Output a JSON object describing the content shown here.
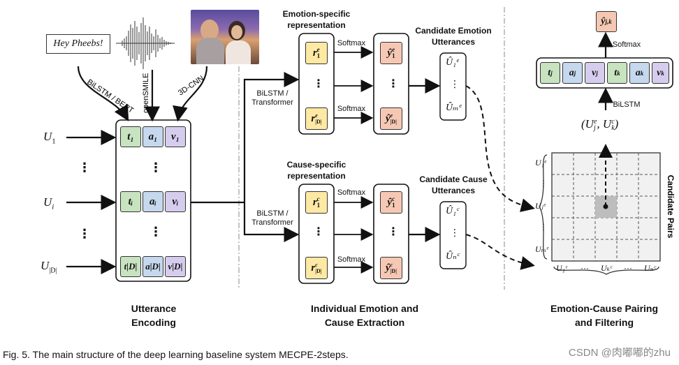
{
  "input": {
    "text_bubble": "Hey Pheebs!",
    "labels": {
      "bilstm_bert": "BiLSTM / BERT",
      "opensmile": "openSMILE",
      "cnn3d": "3D-CNN"
    },
    "utterances": {
      "u1": "U",
      "u1_sub": "1",
      "ui": "U",
      "ui_sub": "i",
      "ud": "U",
      "ud_sub": "|D|",
      "dots": "⋮"
    }
  },
  "encoding_box": {
    "row1": [
      "t₁",
      "a₁",
      "v₁"
    ],
    "rowi": [
      "tᵢ",
      "aᵢ",
      "vᵢ"
    ],
    "rowd": [
      "t|D|",
      "a|D|",
      "v|D|"
    ],
    "dots": "⋮"
  },
  "extraction": {
    "emotion_header": "Emotion-specific\nrepresentation",
    "cause_header": "Cause-specific\nrepresentation",
    "encoder_label": "BiLSTM /\nTransformer",
    "softmax": "Softmax",
    "emo_r_top": "r",
    "emo_r_sup": "e",
    "emo_r_sub1": "1",
    "emo_r_subd": "|D|",
    "cau_r_sup": "c",
    "y_hat": "ŷ",
    "candidate_emotion_title": "Candidate Emotion\nUtterances",
    "candidate_cause_title": "Candidate Cause\nUtterances",
    "cand_e_top": "Û₁ᵉ",
    "cand_e_bottom": "Ûₘᵉ",
    "cand_c_top": "Û₁ᶜ",
    "cand_c_bottom": "Ûₙᶜ",
    "dots": "⋮"
  },
  "pairing": {
    "output": "ŷ",
    "output_sub": "j,k",
    "softmax": "Softmax",
    "bilstm": "BiLSTM",
    "pair_label": "(U",
    "seq": [
      "t",
      "a",
      "v",
      "t",
      "a",
      "v"
    ],
    "seq_subs": [
      "j",
      "j",
      "j",
      "k",
      "k",
      "k"
    ],
    "row_labels": [
      "U₁ᵉ",
      "⋮",
      "Uⱼᵉ",
      "⋮",
      "Uₘᵉ"
    ],
    "col_labels": [
      "U₁ᶜ",
      "···",
      "Uₖᶜ",
      "···",
      "Uₙᶜ"
    ],
    "candidate_pairs": "Candidate Pairs"
  },
  "section_titles": {
    "encoding": "Utterance\nEncoding",
    "extraction": "Individual Emotion and\nCause Extraction",
    "pairing": "Emotion-Cause Pairing\nand Filtering"
  },
  "caption": "Fig. 5. The main structure of the deep learning baseline system MECPE-2steps.",
  "watermark": "CSDN @肉嘟嘟的zhu",
  "colors": {
    "text_cell": "#c7e3c0",
    "audio_cell": "#c5d8ee",
    "visual_cell": "#d6cdee",
    "repr_cell": "#fde9a3",
    "pred_cell": "#f6c8b3",
    "selected_cell": "#bdbdbd"
  }
}
